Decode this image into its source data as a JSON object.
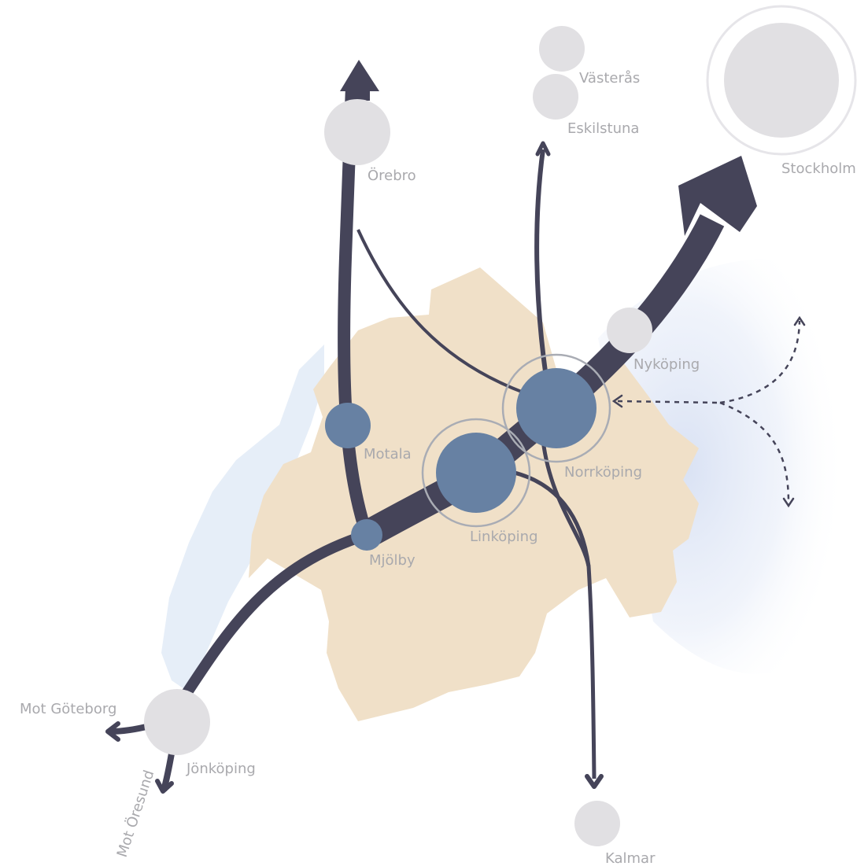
{
  "colors": {
    "region_fill": "#f0e0c8",
    "lake_fill": "#e6eef8",
    "sea_fill": "#dfe6f5",
    "route_stroke": "#454459",
    "node_blue": "#6781a3",
    "node_grey": "#e1e0e3",
    "ring_grey": "#a9acb4",
    "label": "#a9a9ad"
  },
  "cities": {
    "stockholm": "Stockholm",
    "vasteras": "Västerås",
    "eskilstuna": "Eskilstuna",
    "orebro": "Örebro",
    "nykoping": "Nyköping",
    "norrkoping": "Norrköping",
    "linkoping": "Linköping",
    "motala": "Motala",
    "mjolby": "Mjölby",
    "jonkoping": "Jönköping",
    "kalmar": "Kalmar"
  },
  "directions": {
    "goteborg": "Mot Göteborg",
    "oresund": "Mot Öresund"
  }
}
